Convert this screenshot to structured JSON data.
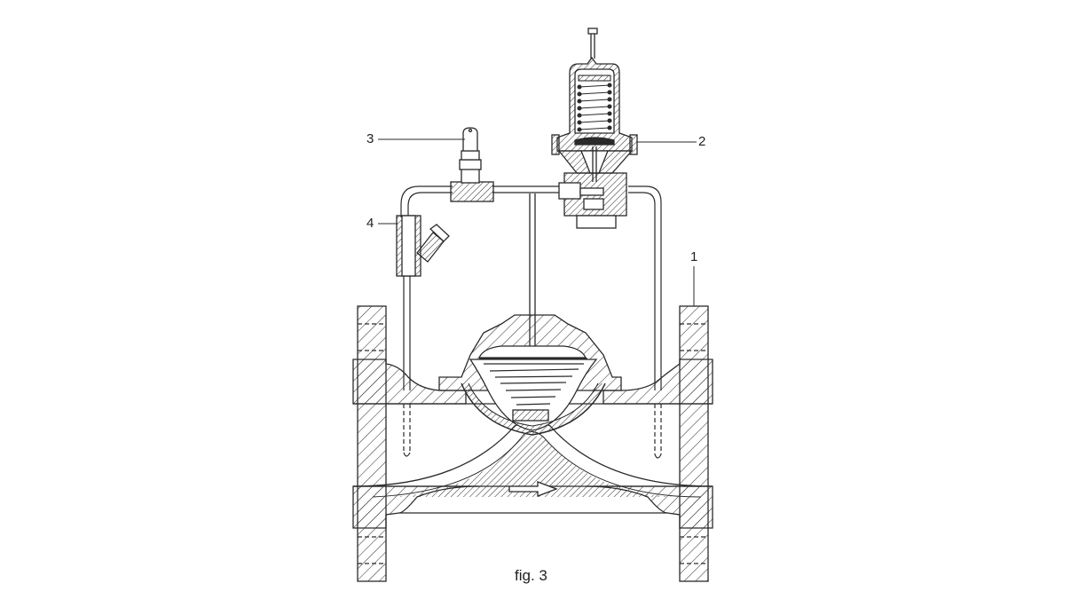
{
  "figure": {
    "caption": "fig. 3",
    "type": "cross-section technical drawing of a pilot-operated pressure reducing valve",
    "line_color": "#2a2a2a",
    "background": "#ffffff"
  },
  "callouts": [
    {
      "number": "1",
      "part": "main-valve-body"
    },
    {
      "number": "2",
      "part": "pilot-pressure-regulator"
    },
    {
      "number": "3",
      "part": "needle-valve"
    },
    {
      "number": "4",
      "part": "y-strainer"
    }
  ],
  "flow_direction": "left-to-right"
}
